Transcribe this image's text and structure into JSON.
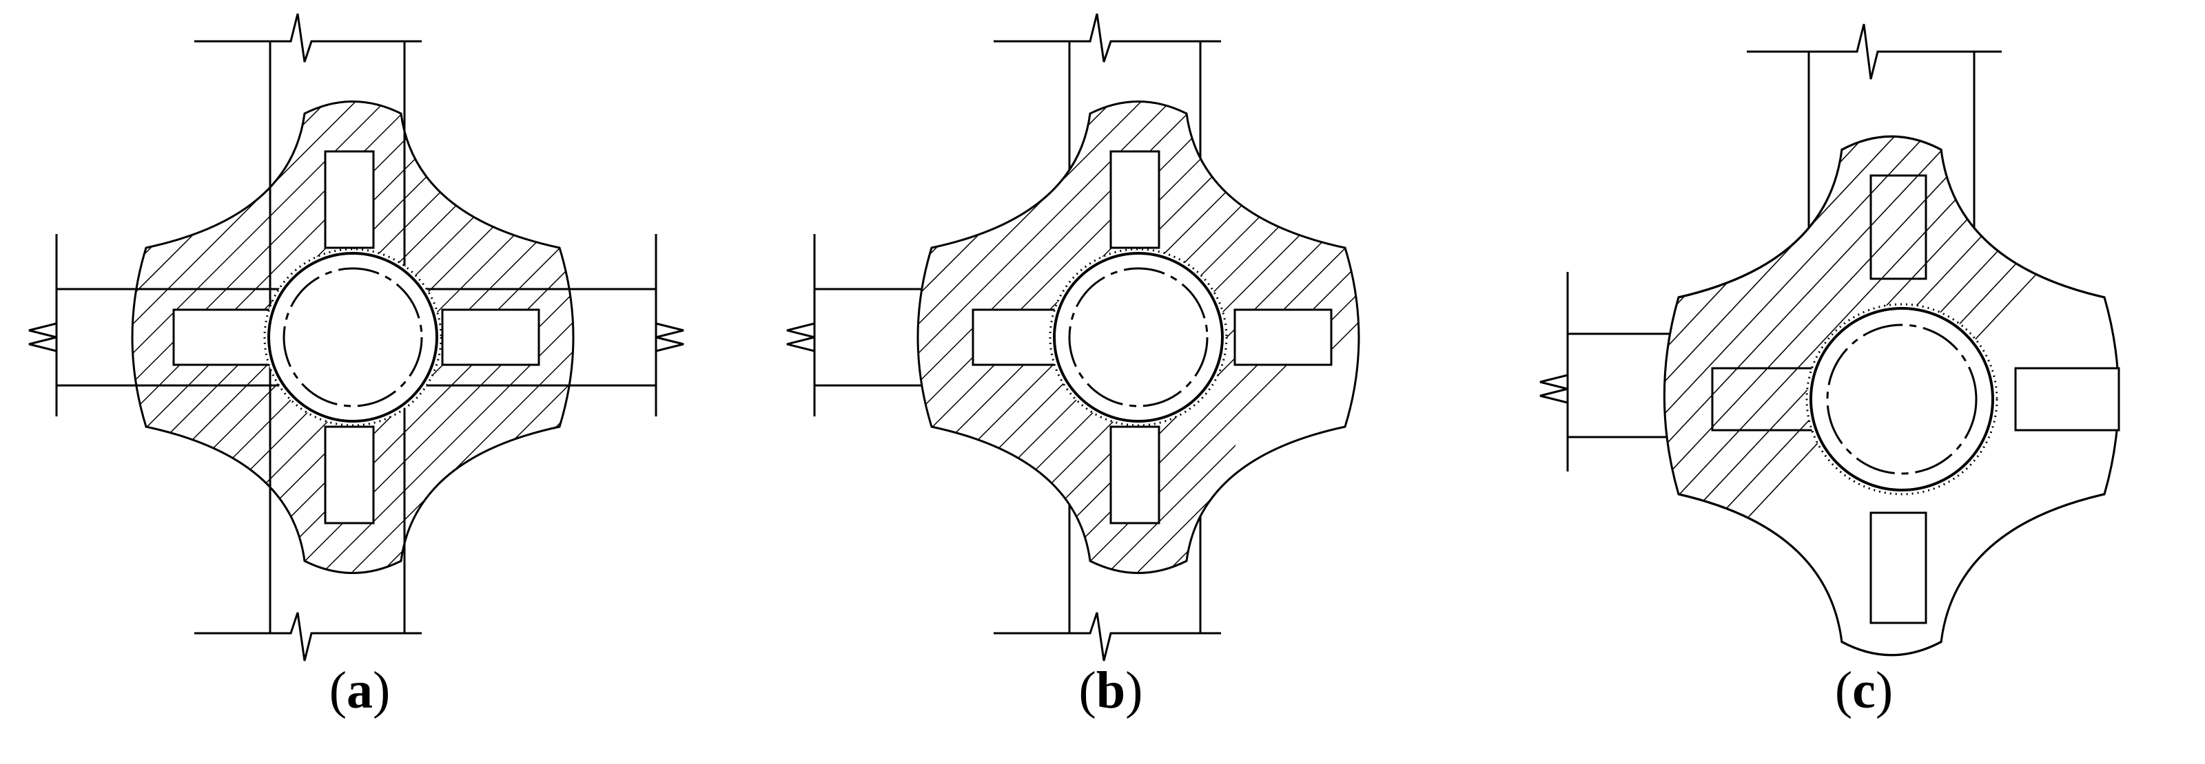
{
  "panels": [
    {
      "id": "a",
      "label": "a"
    },
    {
      "id": "b",
      "label": "b"
    },
    {
      "id": "c",
      "label": "c"
    }
  ],
  "style": {
    "ink": "#000000",
    "background": "#ffffff"
  }
}
